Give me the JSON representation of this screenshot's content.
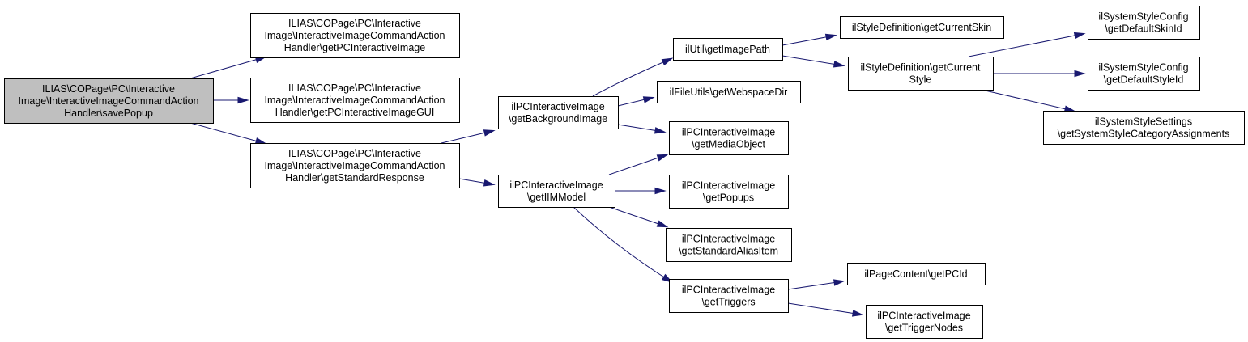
{
  "nodes": [
    {
      "id": "root",
      "lines": [
        "ILIAS\\COPage\\PC\\Interactive",
        "Image\\InteractiveImageCommandAction",
        "Handler\\savePopup"
      ]
    },
    {
      "id": "getPCInteractiveImage",
      "lines": [
        "ILIAS\\COPage\\PC\\Interactive",
        "Image\\InteractiveImageCommandAction",
        "Handler\\getPCInteractiveImage"
      ]
    },
    {
      "id": "getPCInteractiveImageGUI",
      "lines": [
        "ILIAS\\COPage\\PC\\Interactive",
        "Image\\InteractiveImageCommandAction",
        "Handler\\getPCInteractiveImageGUI"
      ]
    },
    {
      "id": "getStandardResponse",
      "lines": [
        "ILIAS\\COPage\\PC\\Interactive",
        "Image\\InteractiveImageCommandAction",
        "Handler\\getStandardResponse"
      ]
    },
    {
      "id": "getBackgroundImage",
      "lines": [
        "ilPCInteractiveImage",
        "\\getBackgroundImage"
      ]
    },
    {
      "id": "getIIMModel",
      "lines": [
        "ilPCInteractiveImage",
        "\\getIIMModel"
      ]
    },
    {
      "id": "getImagePath",
      "lines": [
        "ilUtil\\getImagePath"
      ]
    },
    {
      "id": "getWebspaceDir",
      "lines": [
        "ilFileUtils\\getWebspaceDir"
      ]
    },
    {
      "id": "getMediaObject",
      "lines": [
        "ilPCInteractiveImage",
        "\\getMediaObject"
      ]
    },
    {
      "id": "getPopups",
      "lines": [
        "ilPCInteractiveImage",
        "\\getPopups"
      ]
    },
    {
      "id": "getStandardAliasItem",
      "lines": [
        "ilPCInteractiveImage",
        "\\getStandardAliasItem"
      ]
    },
    {
      "id": "getTriggers",
      "lines": [
        "ilPCInteractiveImage",
        "\\getTriggers"
      ]
    },
    {
      "id": "getCurrentSkin",
      "lines": [
        "ilStyleDefinition\\getCurrentSkin"
      ]
    },
    {
      "id": "getCurrentStyle",
      "lines": [
        "ilStyleDefinition\\getCurrent",
        "Style"
      ]
    },
    {
      "id": "getPCId",
      "lines": [
        "ilPageContent\\getPCId"
      ]
    },
    {
      "id": "getTriggerNodes",
      "lines": [
        "ilPCInteractiveImage",
        "\\getTriggerNodes"
      ]
    },
    {
      "id": "getDefaultSkinId",
      "lines": [
        "ilSystemStyleConfig",
        "\\getDefaultSkinId"
      ]
    },
    {
      "id": "getDefaultStyleId",
      "lines": [
        "ilSystemStyleConfig",
        "\\getDefaultStyleId"
      ]
    },
    {
      "id": "getSystemStyleCategoryAssignments",
      "lines": [
        "ilSystemStyleSettings",
        "\\getSystemStyleCategoryAssignments"
      ]
    }
  ],
  "edges": [
    {
      "from": "root",
      "to": "getPCInteractiveImage"
    },
    {
      "from": "root",
      "to": "getPCInteractiveImageGUI"
    },
    {
      "from": "root",
      "to": "getStandardResponse"
    },
    {
      "from": "getStandardResponse",
      "to": "getBackgroundImage"
    },
    {
      "from": "getStandardResponse",
      "to": "getIIMModel"
    },
    {
      "from": "getBackgroundImage",
      "to": "getImagePath"
    },
    {
      "from": "getBackgroundImage",
      "to": "getWebspaceDir"
    },
    {
      "from": "getBackgroundImage",
      "to": "getMediaObject"
    },
    {
      "from": "getIIMModel",
      "to": "getMediaObject"
    },
    {
      "from": "getIIMModel",
      "to": "getPopups"
    },
    {
      "from": "getIIMModel",
      "to": "getStandardAliasItem"
    },
    {
      "from": "getIIMModel",
      "to": "getTriggers"
    },
    {
      "from": "getImagePath",
      "to": "getCurrentSkin"
    },
    {
      "from": "getImagePath",
      "to": "getCurrentStyle"
    },
    {
      "from": "getCurrentStyle",
      "to": "getDefaultSkinId"
    },
    {
      "from": "getCurrentStyle",
      "to": "getDefaultStyleId"
    },
    {
      "from": "getCurrentStyle",
      "to": "getSystemStyleCategoryAssignments"
    },
    {
      "from": "getTriggers",
      "to": "getPCId"
    },
    {
      "from": "getTriggers",
      "to": "getTriggerNodes"
    }
  ],
  "colors": {
    "edge": "#191970",
    "root_fill": "#bfbfbf",
    "node_fill": "#ffffff",
    "node_border": "#000000"
  }
}
